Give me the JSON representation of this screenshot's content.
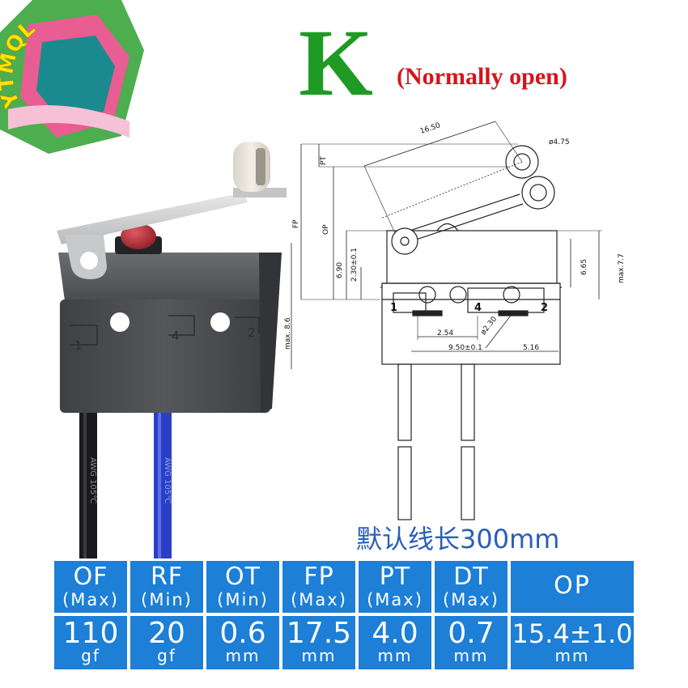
{
  "logo_text": "YTMQL",
  "code_letter": "K",
  "contact_type": "(Normally open)",
  "default_wire_length": "默认线长300mm",
  "switch_body": {
    "terminal_labels": [
      "1",
      "4",
      "2"
    ],
    "wire_print_black": "AWG  105℃",
    "wire_print_blue": "AWG  105℃"
  },
  "drawing": {
    "dims": {
      "lever_length": "16.50",
      "roller_dia": "ø4.75",
      "pt": "PT",
      "fp": "FP",
      "op": "OP",
      "d690": "6.90",
      "d230": "2.30±0.1",
      "d665": "6.65",
      "d77": "max.7.7",
      "d86": "max. 8.6",
      "d254": "2.54",
      "d950": "9.50±0.1",
      "d516": "5.16",
      "hole": "ø2.30"
    },
    "terminals": [
      "1",
      "4",
      "2"
    ]
  },
  "spec_table": [
    {
      "name": "OF",
      "qual": "(Max)",
      "value": "110",
      "unit": "gf"
    },
    {
      "name": "RF",
      "qual": "(Min)",
      "value": "20",
      "unit": "gf"
    },
    {
      "name": "OT",
      "qual": "(Min)",
      "value": "0.6",
      "unit": "mm"
    },
    {
      "name": "FP",
      "qual": "(Max)",
      "value": "17.5",
      "unit": "mm"
    },
    {
      "name": "PT",
      "qual": "(Max)",
      "value": "4.0",
      "unit": "mm"
    },
    {
      "name": "DT",
      "qual": "(Max)",
      "value": "0.7",
      "unit": "mm"
    },
    {
      "name": "OP",
      "qual": "",
      "value": "15.4±1.0",
      "unit": "mm"
    }
  ],
  "colors": {
    "code_letter": "#1f9a23",
    "contact_type": "#d3151c",
    "wire_length": "#2a5fb8",
    "table_cell": "#1d7fd6",
    "switch_body": "#4a4c50",
    "button": "#b0323a",
    "blue_wire": "#2b3fc4"
  }
}
